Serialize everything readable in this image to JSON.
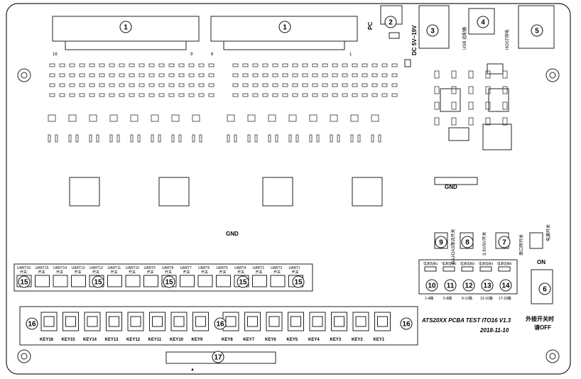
{
  "board": {
    "title": "ATS20XX PCBA TEST  ITO16 V1.3",
    "date": "2018-11-10",
    "gnd_labels": [
      "GND",
      "GND"
    ],
    "connector_pins": [
      "16",
      "9",
      "8",
      "1"
    ],
    "pc_label": "PC",
    "dc_label": "DC 5V~19V",
    "usb_label": "USB 适配器",
    "host_label": "HOST供电",
    "on_label": "ON",
    "external_switch_note": [
      "外接开关时",
      "请OFF"
    ]
  },
  "callouts": [
    "1",
    "1",
    "2",
    "3",
    "4",
    "5",
    "6",
    "7",
    "8",
    "9",
    "10",
    "11",
    "12",
    "13",
    "14",
    "15",
    "15",
    "15",
    "15",
    "15",
    "16",
    "16",
    "16",
    "17"
  ],
  "uart_labels": [
    "UART16",
    "UART15",
    "UART14",
    "UART13",
    "UART12",
    "UART11",
    "UART10",
    "UART9",
    "UART8",
    "UART7",
    "UART6",
    "UART5",
    "UART4",
    "UART3",
    "UART2",
    "UART1"
  ],
  "uart_sub": "开关",
  "keys": [
    "KEY16",
    "KEY15",
    "KEY14",
    "KEY13",
    "KEY12",
    "KEY11",
    "KEY10",
    "KEY9",
    "KEY8",
    "KEY7",
    "KEY6",
    "KEY5",
    "KEY4",
    "KEY3",
    "KEY2",
    "KEY1"
  ],
  "switch_labels": [
    "DAJ/DAS限流开关",
    "3.3V/5V开关",
    "串口转开关",
    "电源开关"
  ],
  "range_labels": [
    "1-4路",
    "5-8路",
    "9-12路",
    "13-16路",
    "17-18路"
  ],
  "dip_labels": [
    "电源选择1",
    "电源选择2",
    "电源选择3",
    "电源选择4",
    "电源选择5"
  ]
}
